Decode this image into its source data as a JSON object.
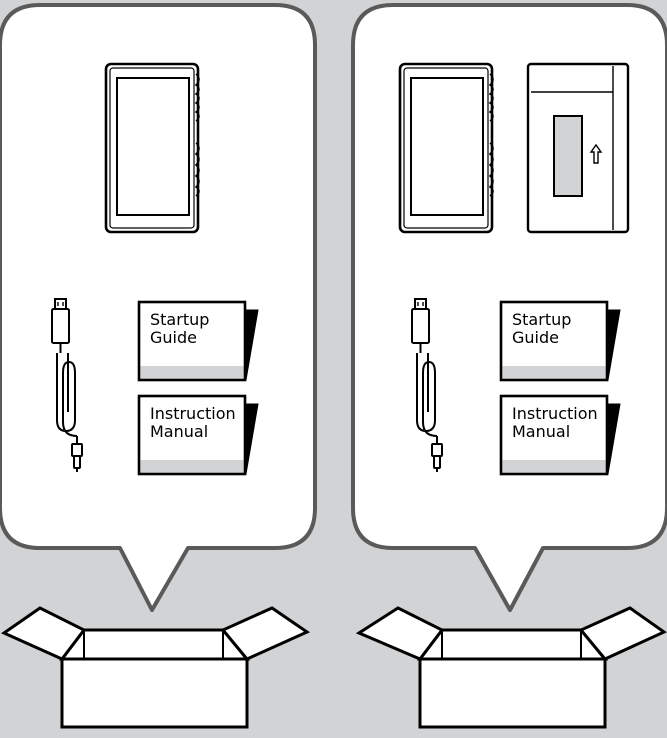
{
  "chart_data": {
    "type": "diagram",
    "panels": [
      {
        "id": "left",
        "items": [
          "walkman-player",
          "usb-cable",
          "startup-guide",
          "instruction-manual"
        ],
        "booklets": [
          {
            "line1": "Startup",
            "line2": "Guide"
          },
          {
            "line1": "Instruction",
            "line2": "Manual"
          }
        ]
      },
      {
        "id": "right",
        "items": [
          "walkman-player",
          "soft-case",
          "usb-cable",
          "startup-guide",
          "instruction-manual"
        ],
        "booklets": [
          {
            "line1": "Startup",
            "line2": "Guide"
          },
          {
            "line1": "Instruction",
            "line2": "Manual"
          }
        ]
      }
    ]
  },
  "colors": {
    "background": "#d2d3d5",
    "bubble_fill": "#ffffff",
    "bubble_stroke": "#5a5a5a",
    "booklet_shade": "#d2d3d5",
    "line": "#000000"
  }
}
